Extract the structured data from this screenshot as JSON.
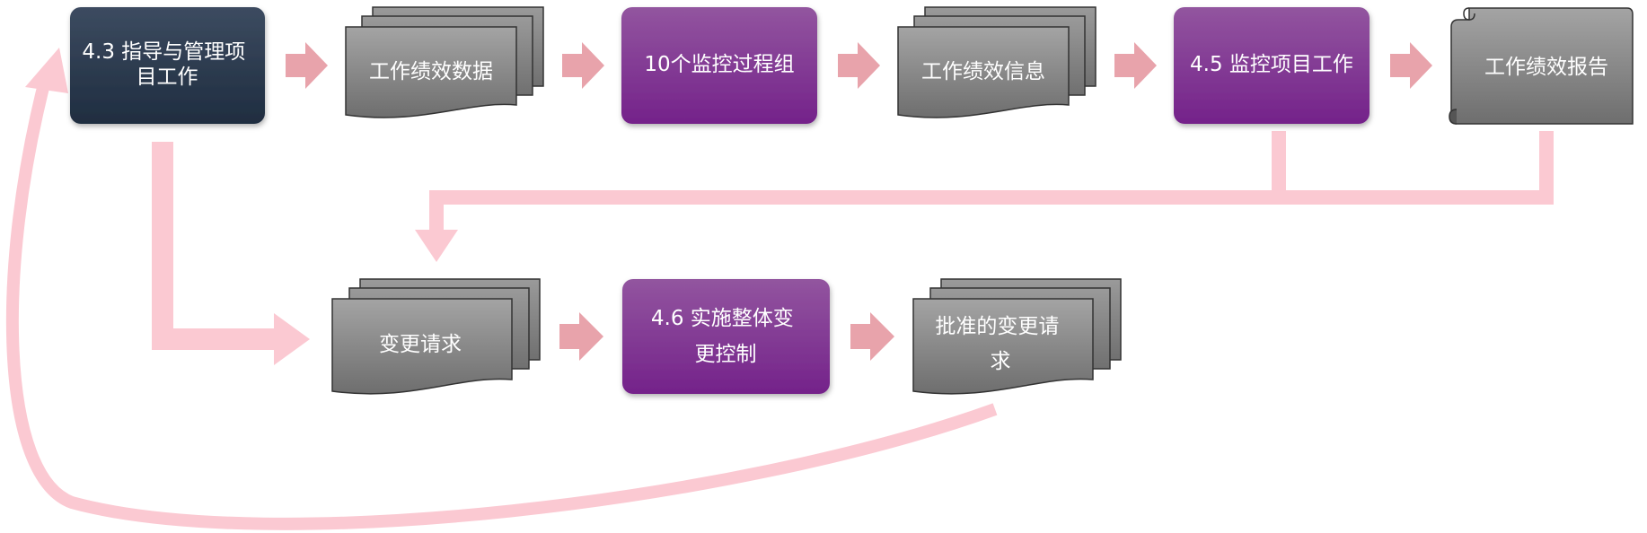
{
  "nodes": {
    "direct_manage": {
      "lines": [
        "4.3 指导与管理项",
        "目工作"
      ]
    },
    "perf_data": {
      "lines": [
        "工作绩效数据"
      ]
    },
    "monitor_group": {
      "lines": [
        "10个监控过程组"
      ]
    },
    "perf_info": {
      "lines": [
        "工作绩效信息"
      ]
    },
    "monitor_work": {
      "lines": [
        "4.5 监控项目工作"
      ]
    },
    "perf_report": {
      "lines": [
        "工作绩效报告"
      ]
    },
    "change_request": {
      "lines": [
        "变更请求"
      ]
    },
    "change_control": {
      "lines": [
        "4.6 实施整体变",
        "更控制"
      ]
    },
    "approved_changes": {
      "lines": [
        "批准的变更请",
        "求"
      ]
    }
  },
  "colors": {
    "dark_node": "#263548",
    "purple_node": "#7d2b8f",
    "doc_gray": "#858585",
    "arrow_pink": "#e8a3ab",
    "connector_pink": "#fbc9d2"
  }
}
